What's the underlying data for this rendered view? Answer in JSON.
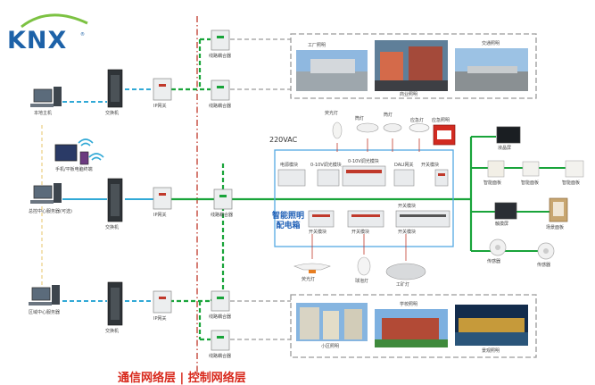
{
  "logo": {
    "text": "KNX",
    "mark": "®"
  },
  "voltage_label": "220VAC",
  "cabinet_title": {
    "line1": "智能照明",
    "line2": "配电箱"
  },
  "bottom_caption": "通信网络层 | 控制网络层",
  "devices": {
    "pc_top": "本地主机",
    "tablet": "手机/平板电脑终端",
    "pc_mid": "总控中心服务器(可选)",
    "pc_bottom": "区域中心服务器",
    "switch_top": "交换机",
    "switch_mid": "交换机",
    "switch_bottom": "交换机",
    "ipgw_top": "IP网关",
    "ipgw_mid": "IP网关",
    "ipgw_bottom": "IP网关",
    "coupler_1": "线路耦合器",
    "coupler_2": "线路耦合器",
    "coupler_3": "线路耦合器",
    "coupler_4": "线路耦合器",
    "coupler_5": "线路耦合器"
  },
  "top_photos": [
    "工厂照明",
    "商业照明",
    "交通照明"
  ],
  "bottom_photos": [
    "小区照明",
    "学校照明",
    "景观照明"
  ],
  "cabinet_modules": {
    "m1": "电源模块",
    "m2": "0-10V调光模块",
    "m3": "0-10V调光模块",
    "m4": "DALI网关",
    "m5": "开关模块",
    "m6": "开关模块",
    "m7": "开关模块",
    "m8": "开关模块",
    "m9": "开关模块"
  },
  "fixtures": {
    "f1": "荧光灯",
    "f2": "筒灯",
    "f3": "筒灯",
    "f4": "应急灯",
    "f5": "应急照明",
    "f6": "荧光灯",
    "f7": "球泡灯",
    "f8": "工矿灯"
  },
  "panels": {
    "p1": "液晶屏",
    "p2": "智能面板",
    "p3": "智能面板",
    "p4": "智能面板",
    "p5": "触摸屏",
    "p6": "场景面板",
    "p7": "传感器",
    "p8": "传感器"
  },
  "colors": {
    "green_bus": "#19a43a",
    "blue_net": "#31a9d6",
    "red_divider": "#c0392b",
    "gray_frame": "#9a9a9a",
    "blue_frame": "#55a9e3",
    "knx_blue": "#1d62a8",
    "knx_green": "#7cc242"
  }
}
